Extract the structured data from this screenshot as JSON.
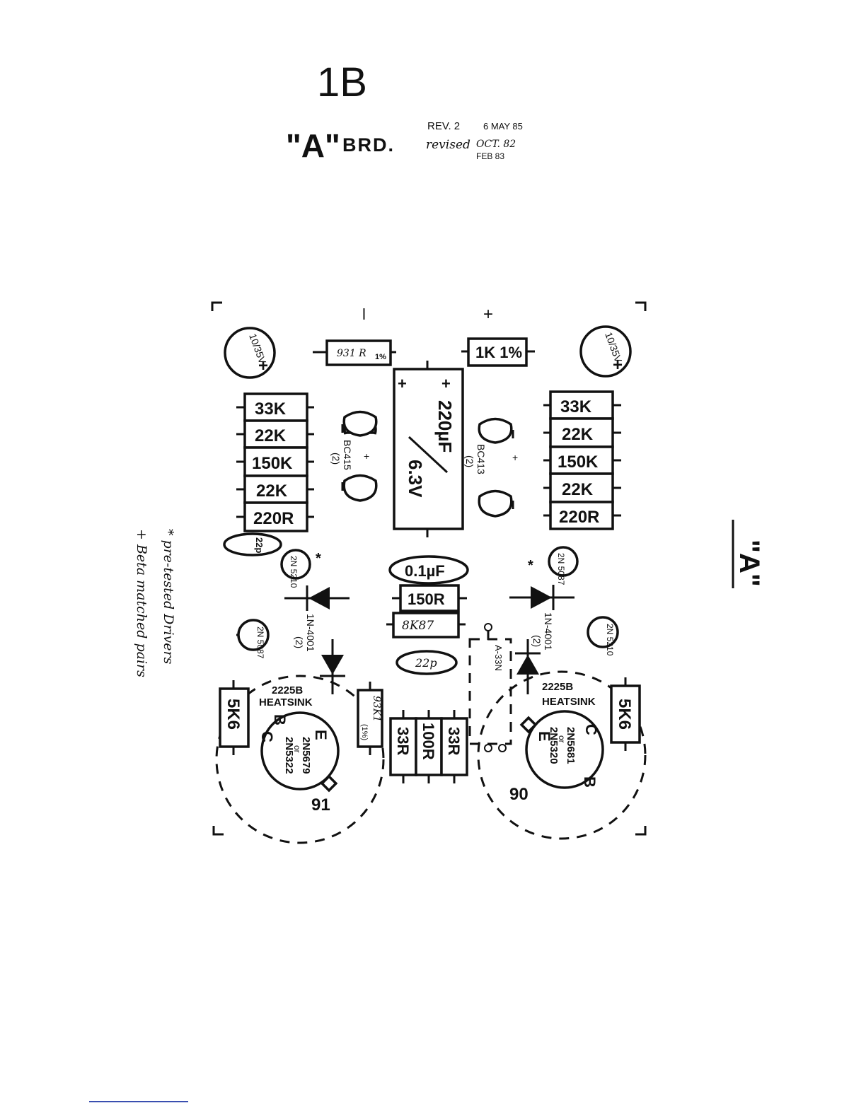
{
  "header": {
    "sheet_number": "1B",
    "board_name": "\"A\"",
    "board_suffix": "BRD.",
    "revision": "REV. 2",
    "revision_date": "6 MAY 85",
    "revised_label": "revised",
    "revised_date_1": "OCT. 82",
    "revised_date_2": "FEB 83"
  },
  "side_label": "\"A\"",
  "notes": {
    "note_1": "* pre-tested Drivers",
    "note_2": "+ Beta matched pairs"
  },
  "rails": {
    "negative": "l",
    "positive": "+"
  },
  "left_side": {
    "cap_electrolytic": {
      "value": "10/35V",
      "polarity": "+"
    },
    "resistor_931r": "931 R",
    "resistor_931r_tol": "1%",
    "resistor_stack": [
      "33K",
      "22K",
      "150K",
      "22K",
      "220R"
    ],
    "transistor_pair": "BC415",
    "transistor_pair_count": "(2)",
    "pair_mark": "+",
    "cap_22p": "22p",
    "driver_transistor": "2N 5210",
    "driver_mark": "*",
    "transistor_5087": "2N 5087",
    "heatsink_model": "2225B",
    "heatsink_label": "HEATSINK",
    "resistor_5k6": "5K6",
    "resistor_93k1": "93K1",
    "resistor_93k1_tol": "(1%)",
    "power_transistor": "2N5679",
    "power_transistor_or": "or",
    "power_transistor_alt": "2N5322",
    "pin_e": "E",
    "pin_b": "B",
    "pin_c": "C",
    "heatsink_number": "91"
  },
  "center": {
    "cap_220uf": "220µF",
    "cap_220uf_voltage": "6.3V",
    "cap_220uf_plus": "+",
    "cap_01uf": "0.1µF",
    "resistor_150r": "150R",
    "resistor_8k87": "8K87",
    "cap_22p": "22p",
    "diode": "1N-4001",
    "diode_count": "(2)",
    "resistor_33r_left": "33R",
    "resistor_100r": "100R",
    "resistor_33r_right": "33R",
    "jumper_label": "A-33N"
  },
  "right_side": {
    "cap_electrolytic": {
      "value": "10/35V",
      "polarity": "+"
    },
    "resistor_1k": "1K 1%",
    "resistor_stack": [
      "33K",
      "22K",
      "150K",
      "22K",
      "220R"
    ],
    "transistor_pair": "BC413",
    "transistor_pair_count": "(2)",
    "pair_mark": "+",
    "driver_transistor": "2N 5087",
    "driver_mark": "*",
    "transistor_5210": "2N 5210",
    "heatsink_model": "2225B",
    "heatsink_label": "HEATSINK",
    "resistor_5k6": "5K6",
    "power_transistor": "2N5681",
    "power_transistor_or": "or",
    "power_transistor_alt": "2N5320",
    "pin_e": "E",
    "pin_b": "B",
    "pin_c": "C",
    "heatsink_number": "90"
  },
  "colors": {
    "ink": "#111111",
    "paper": "#ffffff",
    "footer_rule": "#3a4fb0"
  }
}
